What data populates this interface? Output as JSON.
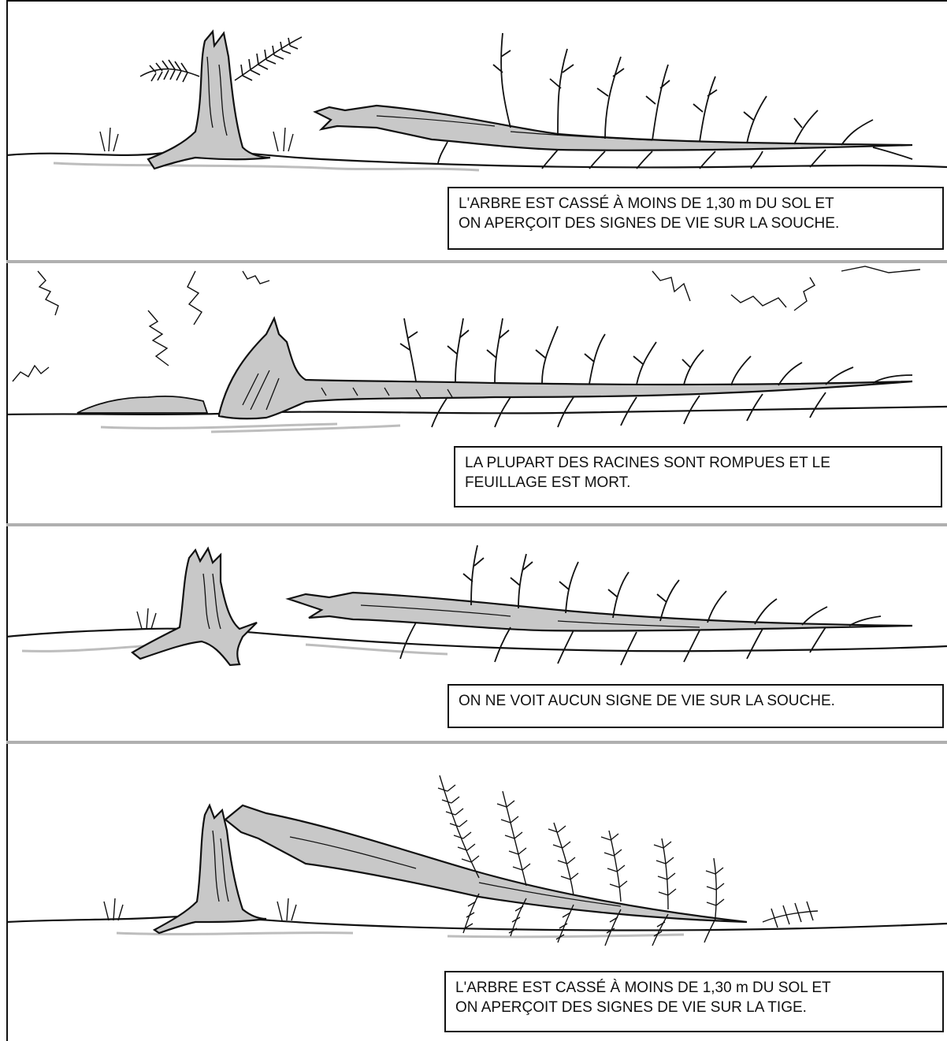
{
  "panels": [
    {
      "caption": "L'ARBRE EST CASSÉ À MOINS DE 1,30 m DU SOL ET\nON APERÇOIT DES SIGNES DE VIE SUR LA SOUCHE.",
      "scene": "broken-trunk-live-stump"
    },
    {
      "caption": "LA PLUPART DES RACINES SONT ROMPUES ET LE\nFEUILLAGE EST MORT.",
      "scene": "uprooted-dead-foliage"
    },
    {
      "caption": "ON NE VOIT AUCUN SIGNE DE VIE SUR LA SOUCHE.",
      "scene": "broken-trunk-dead-stump"
    },
    {
      "caption": "L'ARBRE EST CASSÉ À MOINS DE 1,30 m DU SOL ET\nON APERÇOIT DES SIGNES DE VIE SUR LA TIGE.",
      "scene": "broken-trunk-live-stem"
    }
  ],
  "colors": {
    "ink": "#111111",
    "wood": "#c8c8c8",
    "separator": "#b0b0b0",
    "shadow": "#bdbdbd"
  }
}
